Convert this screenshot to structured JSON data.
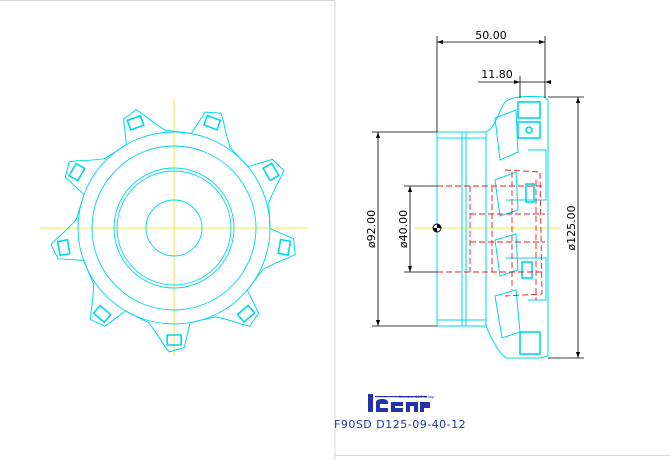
{
  "dimensions": {
    "length_total": "50.00",
    "insert_offset": "11.80",
    "hub_diameter": "ø92.00",
    "bore_diameter": "ø40.00",
    "cutter_diameter": "ø125.00"
  },
  "logo": {
    "tagline": "Member IMC Group"
  },
  "part_code": "F90SD D125-09-40-12",
  "colors": {
    "cyan": "#00d8e8",
    "red": "#e02020",
    "yellow": "#e6e600",
    "blue": "#2233aa",
    "black": "#000000",
    "frame": "#d8d8d8"
  }
}
